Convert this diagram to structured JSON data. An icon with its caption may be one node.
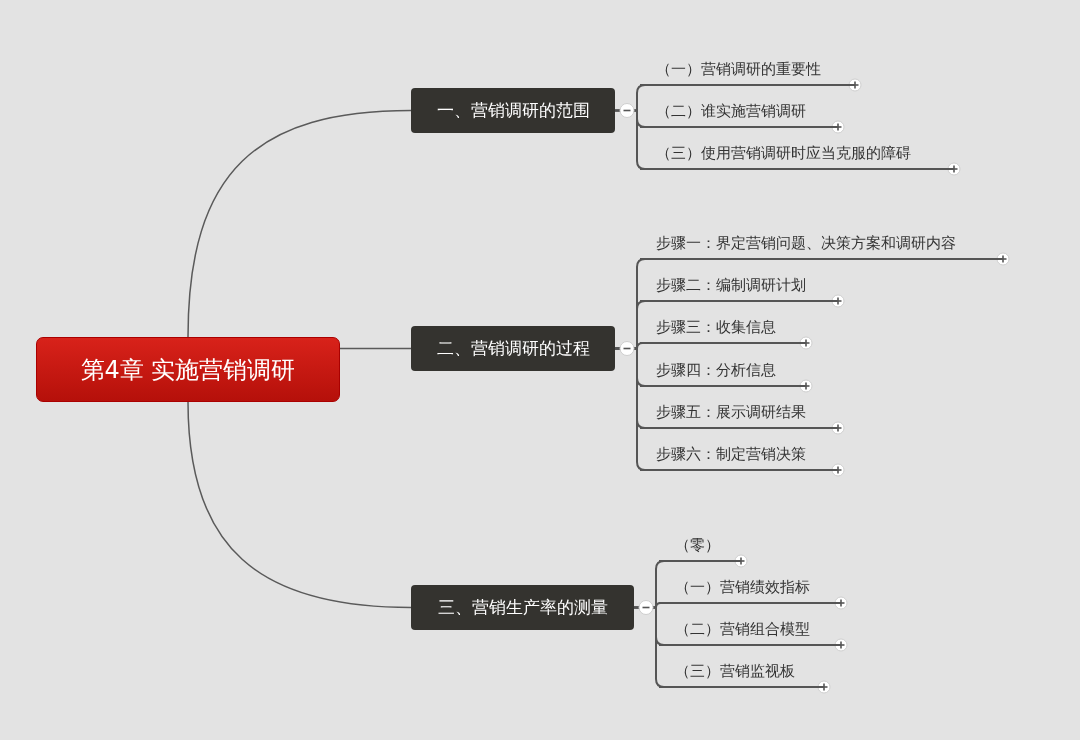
{
  "diagram": {
    "nodes": [
      {
        "text": [
          "第4章 实施营销调研"
        ]
      },
      {
        "text": [
          "一、营销调研的范围"
        ]
      },
      {
        "text": [
          "二、营销调研的过程"
        ]
      },
      {
        "text": [
          "三、营销生产率的测量"
        ]
      },
      {
        "text": [
          "（一）营销调研的重要性"
        ]
      },
      {
        "text": [
          "（二）谁实施营销调研"
        ]
      },
      {
        "text": [
          "（三）使用营销调研时应当克服的障碍"
        ]
      },
      {
        "text": [
          "步骤一：界定营销问题、决策方案和调研内容"
        ]
      },
      {
        "text": [
          "步骤二：编制调研计划"
        ]
      },
      {
        "text": [
          "步骤三：收集信息"
        ]
      },
      {
        "text": [
          "步骤四：分析信息"
        ]
      },
      {
        "text": [
          "步骤五：展示调研结果"
        ]
      },
      {
        "text": [
          "步骤六：制定营销决策"
        ]
      },
      {
        "text": [
          "（零）"
        ]
      },
      {
        "text": [
          "（一）营销绩效指标"
        ]
      },
      {
        "text": [
          "（二）营销组合模型"
        ]
      },
      {
        "text": [
          "（三）营销监视板"
        ]
      }
    ],
    "edges": [
      {
        "from": 0,
        "to": 1,
        "arrow": "none"
      },
      {
        "from": 0,
        "to": 2,
        "arrow": "none"
      },
      {
        "from": 0,
        "to": 3,
        "arrow": "none"
      },
      {
        "from": 1,
        "to": 4,
        "arrow": "none"
      },
      {
        "from": 1,
        "to": 5,
        "arrow": "none"
      },
      {
        "from": 1,
        "to": 6,
        "arrow": "none"
      },
      {
        "from": 2,
        "to": 7,
        "arrow": "none"
      },
      {
        "from": 2,
        "to": 8,
        "arrow": "none"
      },
      {
        "from": 2,
        "to": 9,
        "arrow": "none"
      },
      {
        "from": 2,
        "to": 10,
        "arrow": "none"
      },
      {
        "from": 2,
        "to": 11,
        "arrow": "none"
      },
      {
        "from": 2,
        "to": 12,
        "arrow": "none"
      },
      {
        "from": 3,
        "to": 13,
        "arrow": "none"
      },
      {
        "from": 3,
        "to": 14,
        "arrow": "none"
      },
      {
        "from": 3,
        "to": 15,
        "arrow": "none"
      },
      {
        "from": 3,
        "to": 16,
        "arrow": "none"
      }
    ]
  }
}
